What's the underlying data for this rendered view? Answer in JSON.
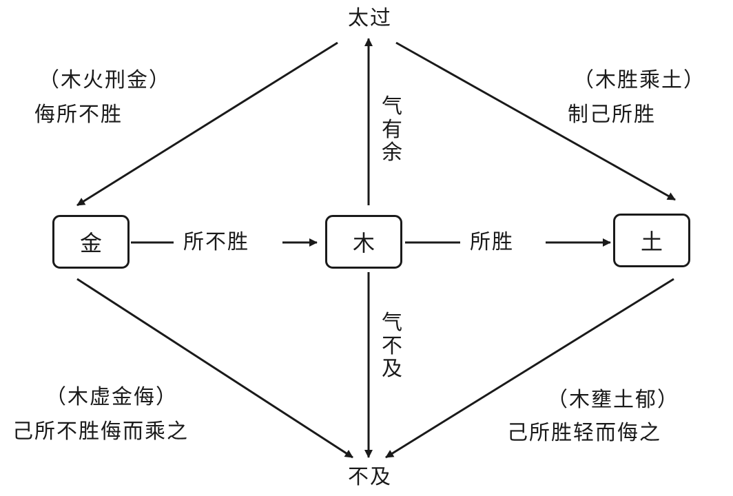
{
  "nodes": {
    "left": "金",
    "center": "木",
    "right": "土"
  },
  "poles": {
    "top": "太过",
    "bottom": "不及"
  },
  "edges": {
    "left_to_center": "所不胜",
    "center_to_right": "所胜",
    "up": "气有余",
    "down": "气不及"
  },
  "annotations": {
    "top_left": {
      "note": "（木火刑金）",
      "text": "侮所不胜"
    },
    "top_right": {
      "note": "（木胜乘土）",
      "text": "制己所胜"
    },
    "bottom_left": {
      "note": "（木虚金侮）",
      "text": "己所不胜侮而乘之"
    },
    "bottom_right": {
      "note": "（木壅土郁）",
      "text": "己所胜轻而侮之"
    }
  }
}
